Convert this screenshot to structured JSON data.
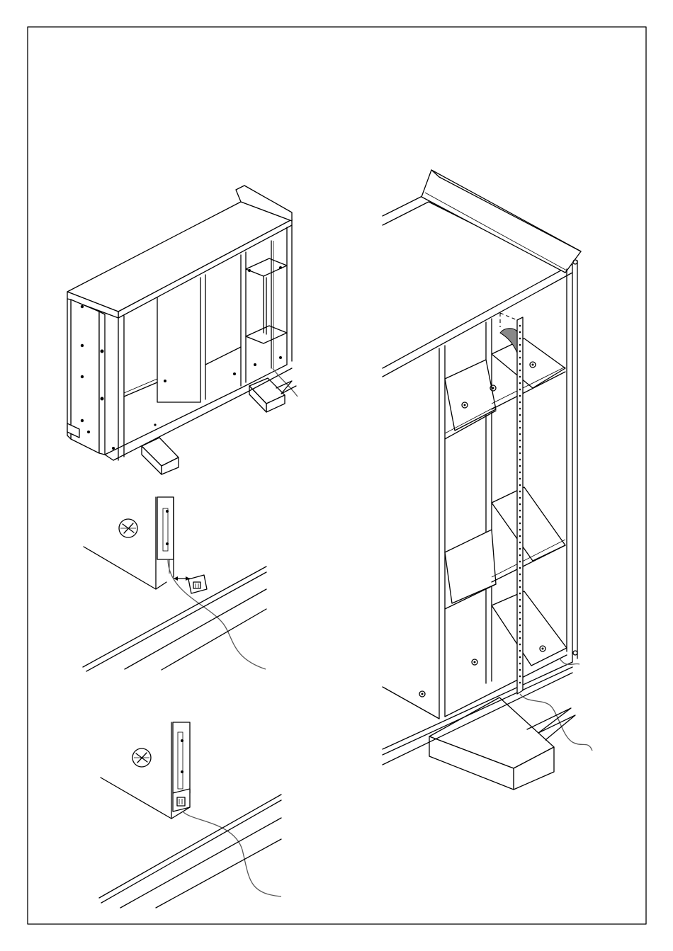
{
  "page": {
    "border_color": "#000000",
    "background": "#ffffff",
    "cable_color": "#555555"
  },
  "views": [
    {
      "id": "cabinet-overview",
      "icon": "cabinet-assembly-illustration"
    },
    {
      "id": "detail-plug-before",
      "icon": "plug-socket-detail-illustration"
    },
    {
      "id": "detail-plug-after",
      "icon": "plug-inserted-detail-illustration"
    },
    {
      "id": "cabinet-closeup",
      "icon": "cabinet-light-strip-closeup-illustration"
    }
  ]
}
